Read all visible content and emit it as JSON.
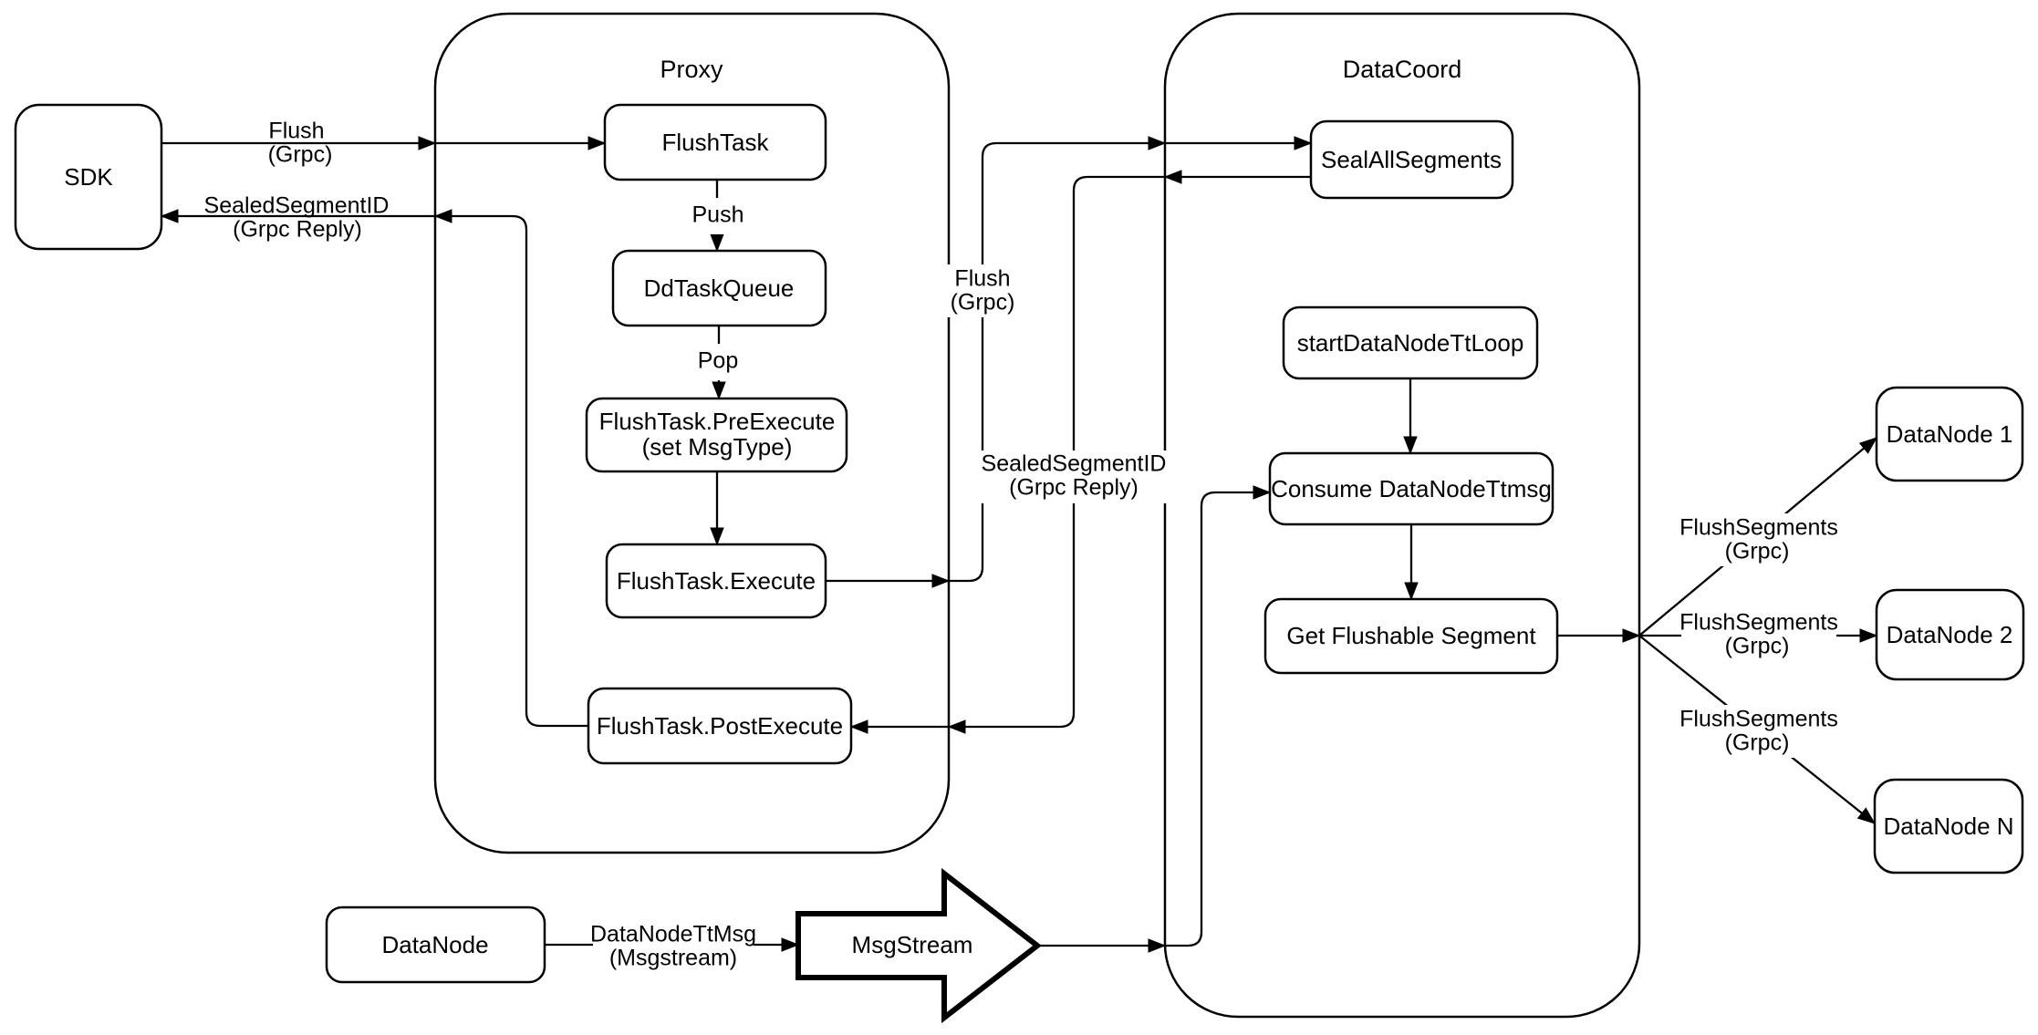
{
  "diagram": {
    "containers": {
      "proxy": {
        "title": "Proxy"
      },
      "datacoord": {
        "title": "DataCoord"
      }
    },
    "nodes": {
      "sdk": {
        "label": "SDK"
      },
      "flush_task": {
        "label": "FlushTask"
      },
      "dd_task_queue": {
        "label": "DdTaskQueue"
      },
      "pre_execute": {
        "label": "FlushTask.PreExecute",
        "label2": "(set MsgType)"
      },
      "execute": {
        "label": "FlushTask.Execute"
      },
      "post_execute": {
        "label": "FlushTask.PostExecute"
      },
      "seal_all_segments": {
        "label": "SealAllSegments"
      },
      "start_datanode_tt_loop": {
        "label": "startDataNodeTtLoop"
      },
      "consume_datanode_ttmsg": {
        "label": "Consume DataNodeTtmsg"
      },
      "get_flushable_segment": {
        "label": "Get Flushable Segment"
      },
      "datanode_1": {
        "label": "DataNode 1"
      },
      "datanode_2": {
        "label": "DataNode 2"
      },
      "datanode_n": {
        "label": "DataNode N"
      },
      "datanode": {
        "label": "DataNode"
      },
      "msgstream": {
        "label": "MsgStream"
      }
    },
    "edges": {
      "sdk_flush": {
        "line1": "Flush",
        "line2": "(Grpc)"
      },
      "sdk_reply": {
        "line1": "SealedSegmentID",
        "line2": "(Grpc Reply)"
      },
      "push": {
        "label": "Push"
      },
      "pop": {
        "label": "Pop"
      },
      "flush_mid": {
        "line1": "Flush",
        "line2": "(Grpc)"
      },
      "sealed_mid": {
        "line1": "SealedSegmentID",
        "line2": "(Grpc Reply)"
      },
      "datanode_ttmsg": {
        "line1": "DataNodeTtMsg",
        "line2": "(Msgstream)"
      },
      "flush_segments_1": {
        "line1": "FlushSegments",
        "line2": "(Grpc)"
      },
      "flush_segments_2": {
        "line1": "FlushSegments",
        "line2": "(Grpc)"
      },
      "flush_segments_3": {
        "line1": "FlushSegments",
        "line2": "(Grpc)"
      }
    },
    "colors": {
      "stroke": "#000000",
      "fill": "#ffffff",
      "background": "#ffffff"
    }
  }
}
